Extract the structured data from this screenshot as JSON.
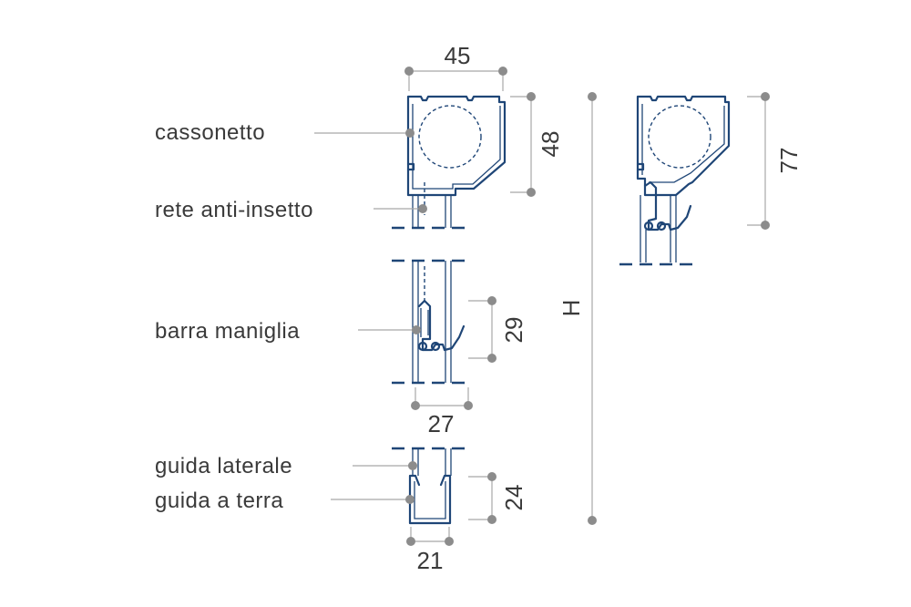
{
  "labels": {
    "cassonetto": "cassonetto",
    "rete": "rete anti-insetto",
    "barra": "barra maniglia",
    "guida_laterale": "guida laterale",
    "guida_terra": "guida a terra"
  },
  "dimensions": {
    "box_width": "45",
    "box_height": "48",
    "handle_height": "29",
    "handle_width": "27",
    "ground_height": "24",
    "ground_width": "21",
    "total_height": "H",
    "alt_box_height": "77"
  },
  "colors": {
    "profile": "#1f4677",
    "leader": "#a8a8a8",
    "dot": "#8c8c8c",
    "text": "#3a3a3a"
  }
}
